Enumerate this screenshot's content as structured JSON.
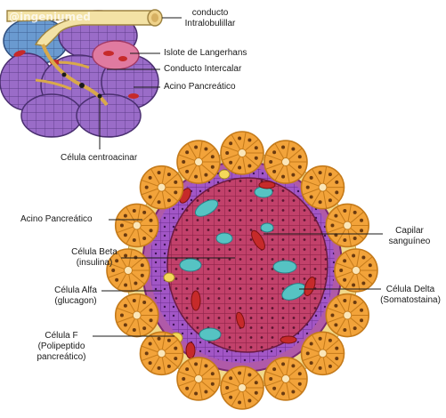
{
  "watermark": "@ingeniumed",
  "colors": {
    "acinar_cell": "#f2a33a",
    "acinar_border": "#c47a1a",
    "beta_cell": "#c2416b",
    "alpha_cell": "#56c3c3",
    "delta_cell": "#9a4ec2",
    "f_cell": "#f4d85a",
    "capillary": "#c62a2a",
    "duct": "#f3e2a5",
    "islet_outline": "#b02a5a"
  },
  "labels": {
    "conducto_intralobulillar": [
      "conducto",
      "Intralobulillar"
    ],
    "islote": "Islote de Langerhans",
    "conducto_intercalar": "Conducto Intercalar",
    "acino_top": "Acino Pancreático",
    "centroacinar": "Célula centroacinar",
    "acino_left": "Acino Pancreático",
    "beta": [
      "Célula Beta",
      "(insulina)"
    ],
    "alfa": [
      "Célula Alfa",
      "(glucagon)"
    ],
    "f_cell": [
      "Célula F",
      "(Polipeptido",
      "pancreático)"
    ],
    "capilar": [
      "Capilar",
      "sanguíneo"
    ],
    "delta": [
      "Célula Delta",
      "(Somatostaina)"
    ]
  }
}
